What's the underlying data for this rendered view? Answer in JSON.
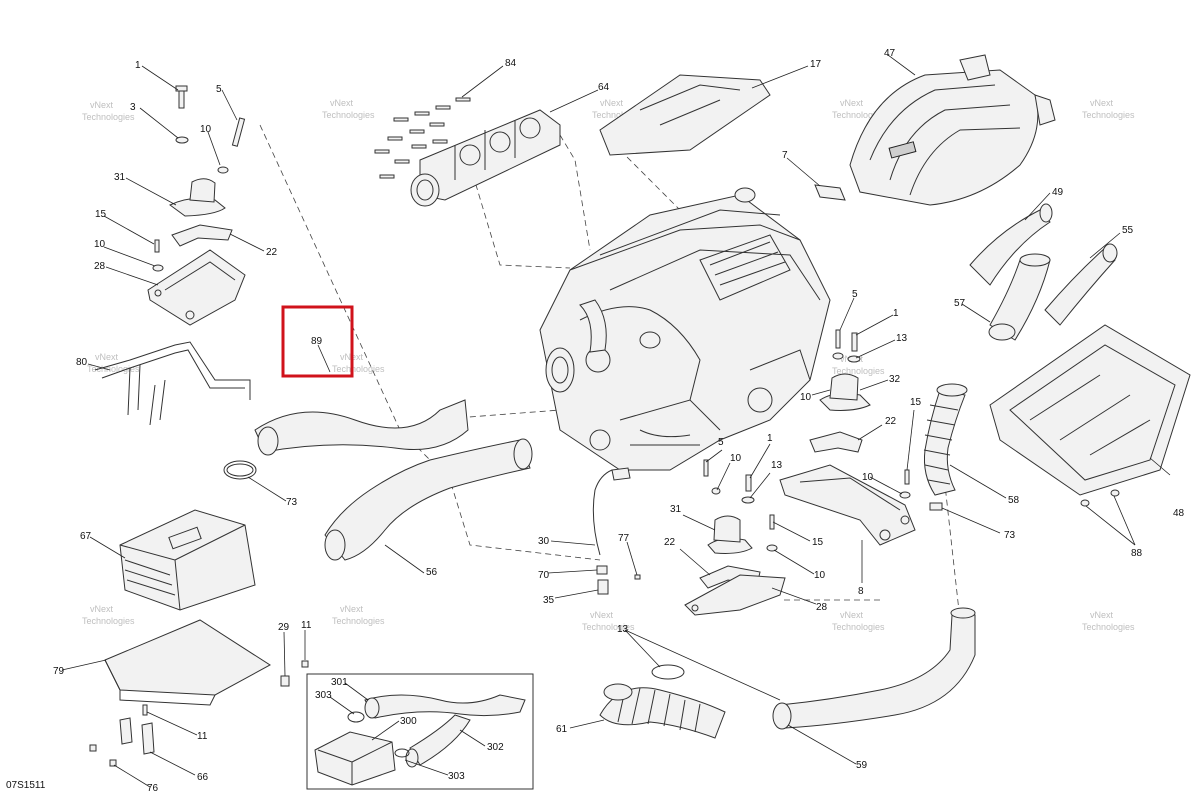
{
  "diagram_ref": "07S1511",
  "watermark": {
    "line1": "vNext",
    "line2": "Technologies",
    "combined": "vNext Technologies"
  },
  "highlight_box": {
    "label": "89",
    "color": "#d0121b"
  },
  "callouts": [
    "1",
    "3",
    "5",
    "10",
    "31",
    "15",
    "10",
    "22",
    "28",
    "80",
    "84",
    "64",
    "17",
    "47",
    "7",
    "49",
    "55",
    "57",
    "5",
    "1",
    "13",
    "10",
    "32",
    "22",
    "15",
    "10",
    "58",
    "73",
    "48",
    "88",
    "5",
    "10",
    "1",
    "13",
    "31",
    "15",
    "22",
    "10",
    "8",
    "28",
    "30",
    "70",
    "77",
    "35",
    "73",
    "56",
    "67",
    "79",
    "29",
    "11",
    "11",
    "66",
    "76",
    "61",
    "59",
    "301",
    "303",
    "300",
    "302",
    "303"
  ]
}
